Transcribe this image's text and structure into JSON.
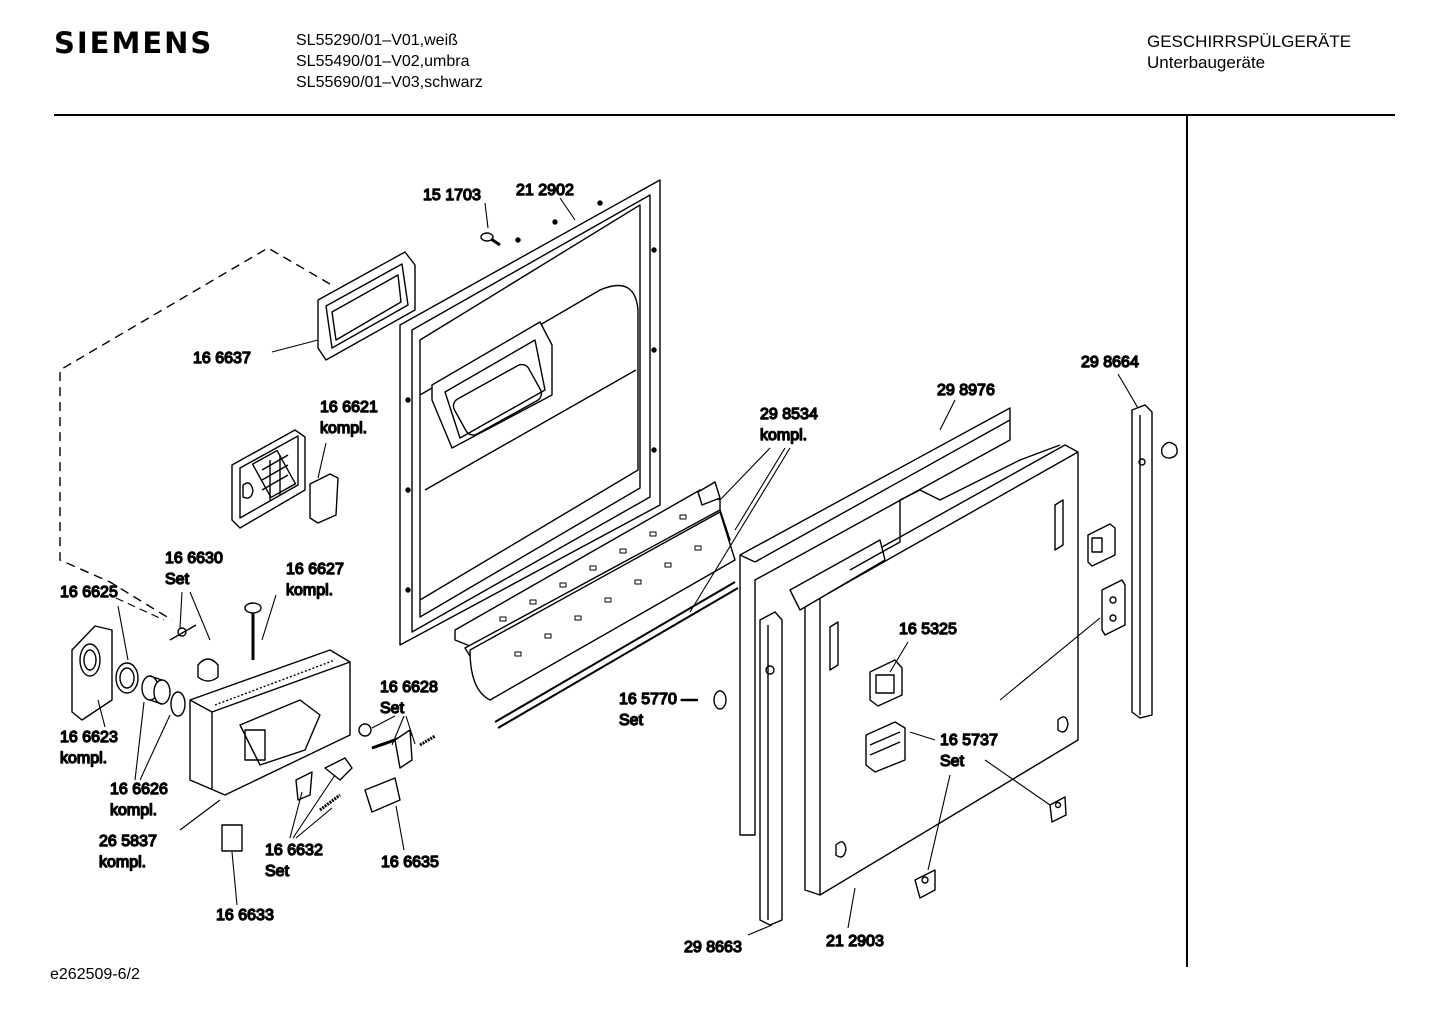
{
  "header": {
    "brand": "SIEMENS",
    "models": [
      "SL55290/01–V01,weiß",
      "SL55490/01–V02,umbra",
      "SL55690/01–V03,schwarz"
    ],
    "category": "GESCHIRRSPÜLGERÄTE",
    "subcategory": "Unterbaugeräte"
  },
  "footer": {
    "drawing_id": "e262509-6/2"
  },
  "parts": [
    {
      "id": "p151703",
      "lines": [
        "15 1703"
      ]
    },
    {
      "id": "p212902",
      "lines": [
        "21 2902"
      ]
    },
    {
      "id": "p166637",
      "lines": [
        "16 6637"
      ]
    },
    {
      "id": "p166621",
      "lines": [
        "16 6621",
        "kompl."
      ]
    },
    {
      "id": "p298534",
      "lines": [
        "29 8534",
        "kompl."
      ]
    },
    {
      "id": "p298976",
      "lines": [
        "29 8976"
      ]
    },
    {
      "id": "p298664",
      "lines": [
        "29 8664"
      ]
    },
    {
      "id": "p166630",
      "lines": [
        "16 6630",
        "Set"
      ]
    },
    {
      "id": "p166627",
      "lines": [
        "16 6627",
        "kompl."
      ]
    },
    {
      "id": "p166625",
      "lines": [
        "16 6625"
      ]
    },
    {
      "id": "p165325",
      "lines": [
        "16 5325"
      ]
    },
    {
      "id": "p166628",
      "lines": [
        "16 6628",
        "Set"
      ]
    },
    {
      "id": "p165770",
      "lines": [
        "16 5770 —",
        "Set"
      ]
    },
    {
      "id": "p166623",
      "lines": [
        "16 6623",
        "kompl."
      ]
    },
    {
      "id": "p165737",
      "lines": [
        "16 5737",
        "Set"
      ]
    },
    {
      "id": "p166626",
      "lines": [
        "16 6626",
        "kompl."
      ]
    },
    {
      "id": "p265837",
      "lines": [
        "26 5837",
        "kompl."
      ]
    },
    {
      "id": "p166632",
      "lines": [
        "16 6632",
        "Set"
      ]
    },
    {
      "id": "p166635",
      "lines": [
        "16 6635"
      ]
    },
    {
      "id": "p166633",
      "lines": [
        "16 6633"
      ]
    },
    {
      "id": "p298663",
      "lines": [
        "29 8663"
      ]
    },
    {
      "id": "p212903",
      "lines": [
        "21 2903"
      ]
    }
  ]
}
